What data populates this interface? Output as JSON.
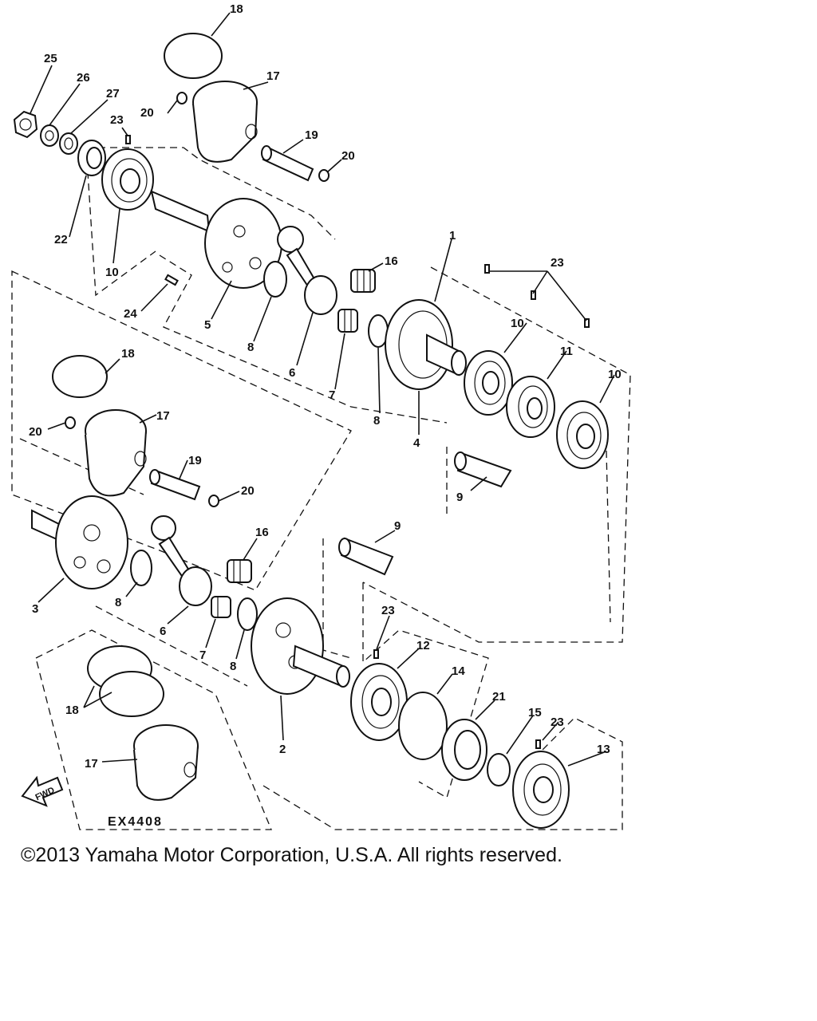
{
  "diagram": {
    "callouts": {
      "c1": "1",
      "c2": "2",
      "c3": "3",
      "c4": "4",
      "c5": "5",
      "c6a": "6",
      "c6b": "6",
      "c7a": "7",
      "c7b": "7",
      "c8a": "8",
      "c8b": "8",
      "c8c": "8",
      "c8d": "8",
      "c9a": "9",
      "c9b": "9",
      "c10a": "10",
      "c10b": "10",
      "c10c": "10",
      "c11": "11",
      "c12": "12",
      "c13": "13",
      "c14": "14",
      "c15": "15",
      "c16a": "16",
      "c16b": "16",
      "c17a": "17",
      "c17b": "17",
      "c17c": "17",
      "c18a": "18",
      "c18b": "18",
      "c18c": "18",
      "c19a": "19",
      "c19b": "19",
      "c20a": "20",
      "c20b": "20",
      "c20c": "20",
      "c20d": "20",
      "c21": "21",
      "c22": "22",
      "c23a": "23",
      "c23b": "23",
      "c23c": "23",
      "c23d": "23",
      "c24": "24",
      "c25": "25",
      "c26": "26",
      "c27": "27"
    },
    "fwd_label": "FWD",
    "drawing_code": "EX4408"
  },
  "copyright": "©2013 Yamaha Motor Corporation, U.S.A. All rights reserved."
}
